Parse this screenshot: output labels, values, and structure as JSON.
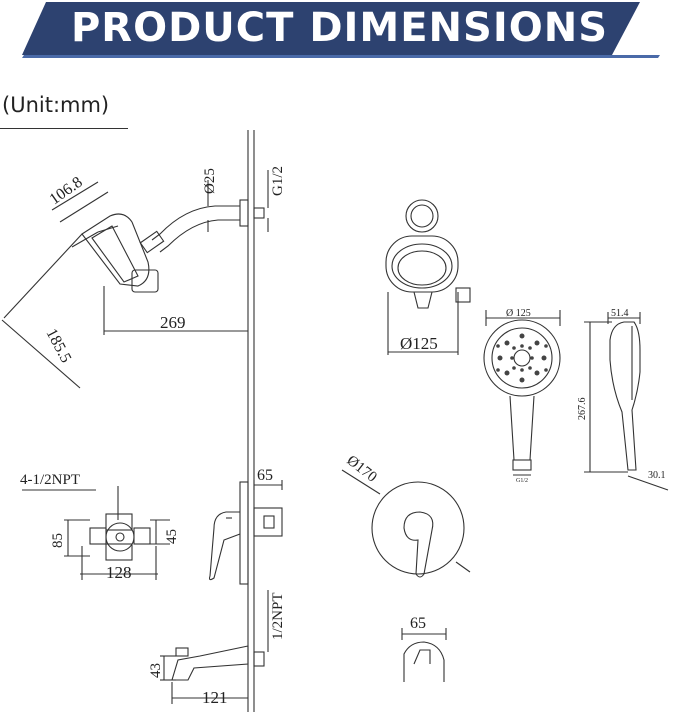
{
  "header": {
    "title": "PRODUCT DIMENSIONS",
    "bg_color": "#2d4270",
    "accent_color": "#4a6aa8"
  },
  "unit_label": "(Unit:mm)",
  "dimensions": {
    "head_top": "106.8",
    "arm_diameter": "Ø25",
    "inlet_thread": "G1/2",
    "arm_reach": "269",
    "head_diagonal": "185.5",
    "holder_diameter": "Ø125",
    "handheld_face_diameter": "Ø 125",
    "handheld_depth": "51.4",
    "handheld_length": "267.6",
    "handheld_base": "30.1",
    "handheld_thread": "G1/2",
    "valve_inlets": "4-1/2NPT",
    "valve_height": "85",
    "valve_width": "128",
    "valve_offset": "45",
    "valve_depth": "65",
    "trim_diameter": "Ø170",
    "spout_thread": "1/2NPT",
    "spout_height": "43",
    "spout_length": "121",
    "lever_depth": "65"
  }
}
